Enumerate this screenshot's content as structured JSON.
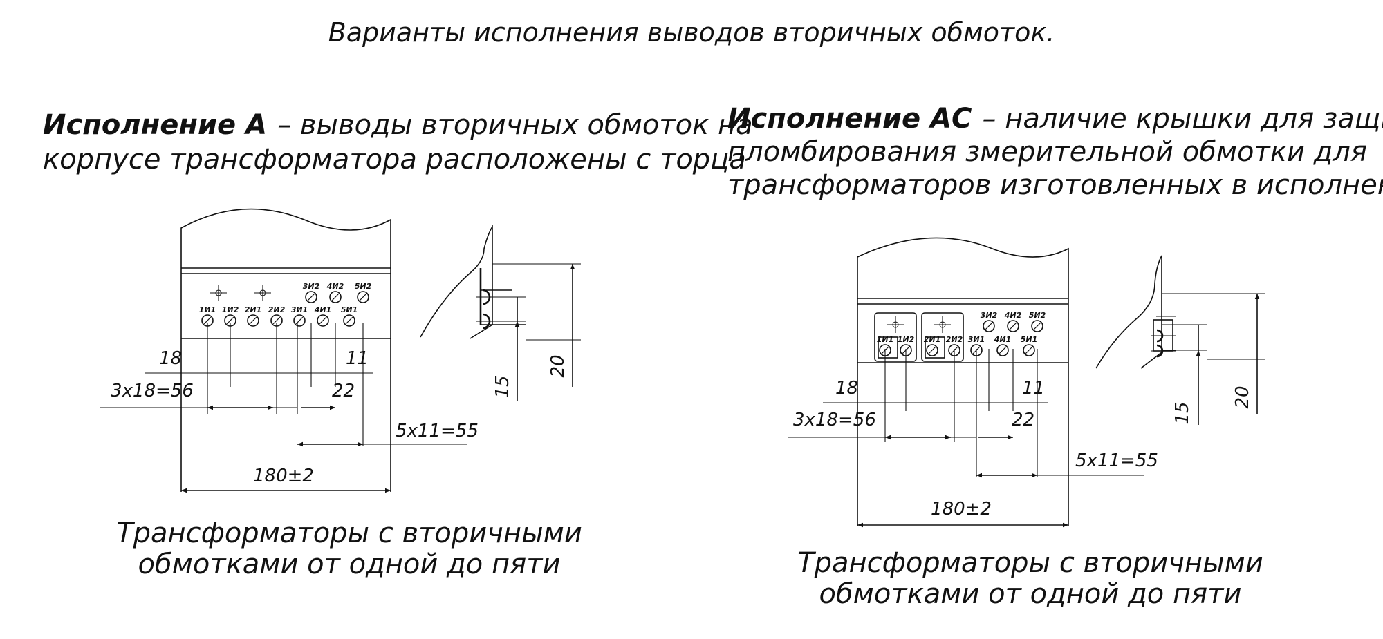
{
  "title": "Варианты исполнения выводов вторичных обмоток.",
  "variant_a": {
    "heading_bold": "Исполнение А",
    "heading_line1": "– выводы вторичных обмоток на",
    "heading_line2": "корпусе трансформатора расположены с торца",
    "caption_line1": "Трансформаторы с вторичными",
    "caption_line2": "обмотками от одной до пяти",
    "dims": {
      "d18": "18",
      "d11": "11",
      "d22": "22",
      "d3x18": "3x18=56",
      "d5x11": "5x11=55",
      "d180": "180±2",
      "d15": "15",
      "d20": "20"
    },
    "pins": [
      "1И1",
      "1И2",
      "2И1",
      "2И2",
      "3И1",
      "3И2",
      "4И1",
      "4И2",
      "5И1",
      "5И2"
    ]
  },
  "variant_ac": {
    "heading_bold": "Исполнение АС",
    "heading_line1": "– наличие крышки для защиты и",
    "heading_line2": "пломбирования змерительной обмотки для",
    "heading_line3": "трансформаторов изготовленных в исполнении А",
    "caption_line1": "Трансформаторы с вторичными",
    "caption_line2": "обмотками от одной до пяти",
    "dims": {
      "d18": "18",
      "d11": "11",
      "d22": "22",
      "d3x18": "3x18=56",
      "d5x11": "5x11=55",
      "d180": "180±2",
      "d15": "15",
      "d20": "20"
    },
    "pins": [
      "1И1",
      "1И2",
      "2И1",
      "2И2",
      "3И1",
      "3И2",
      "4И1",
      "4И2",
      "5И1",
      "5И2"
    ]
  }
}
